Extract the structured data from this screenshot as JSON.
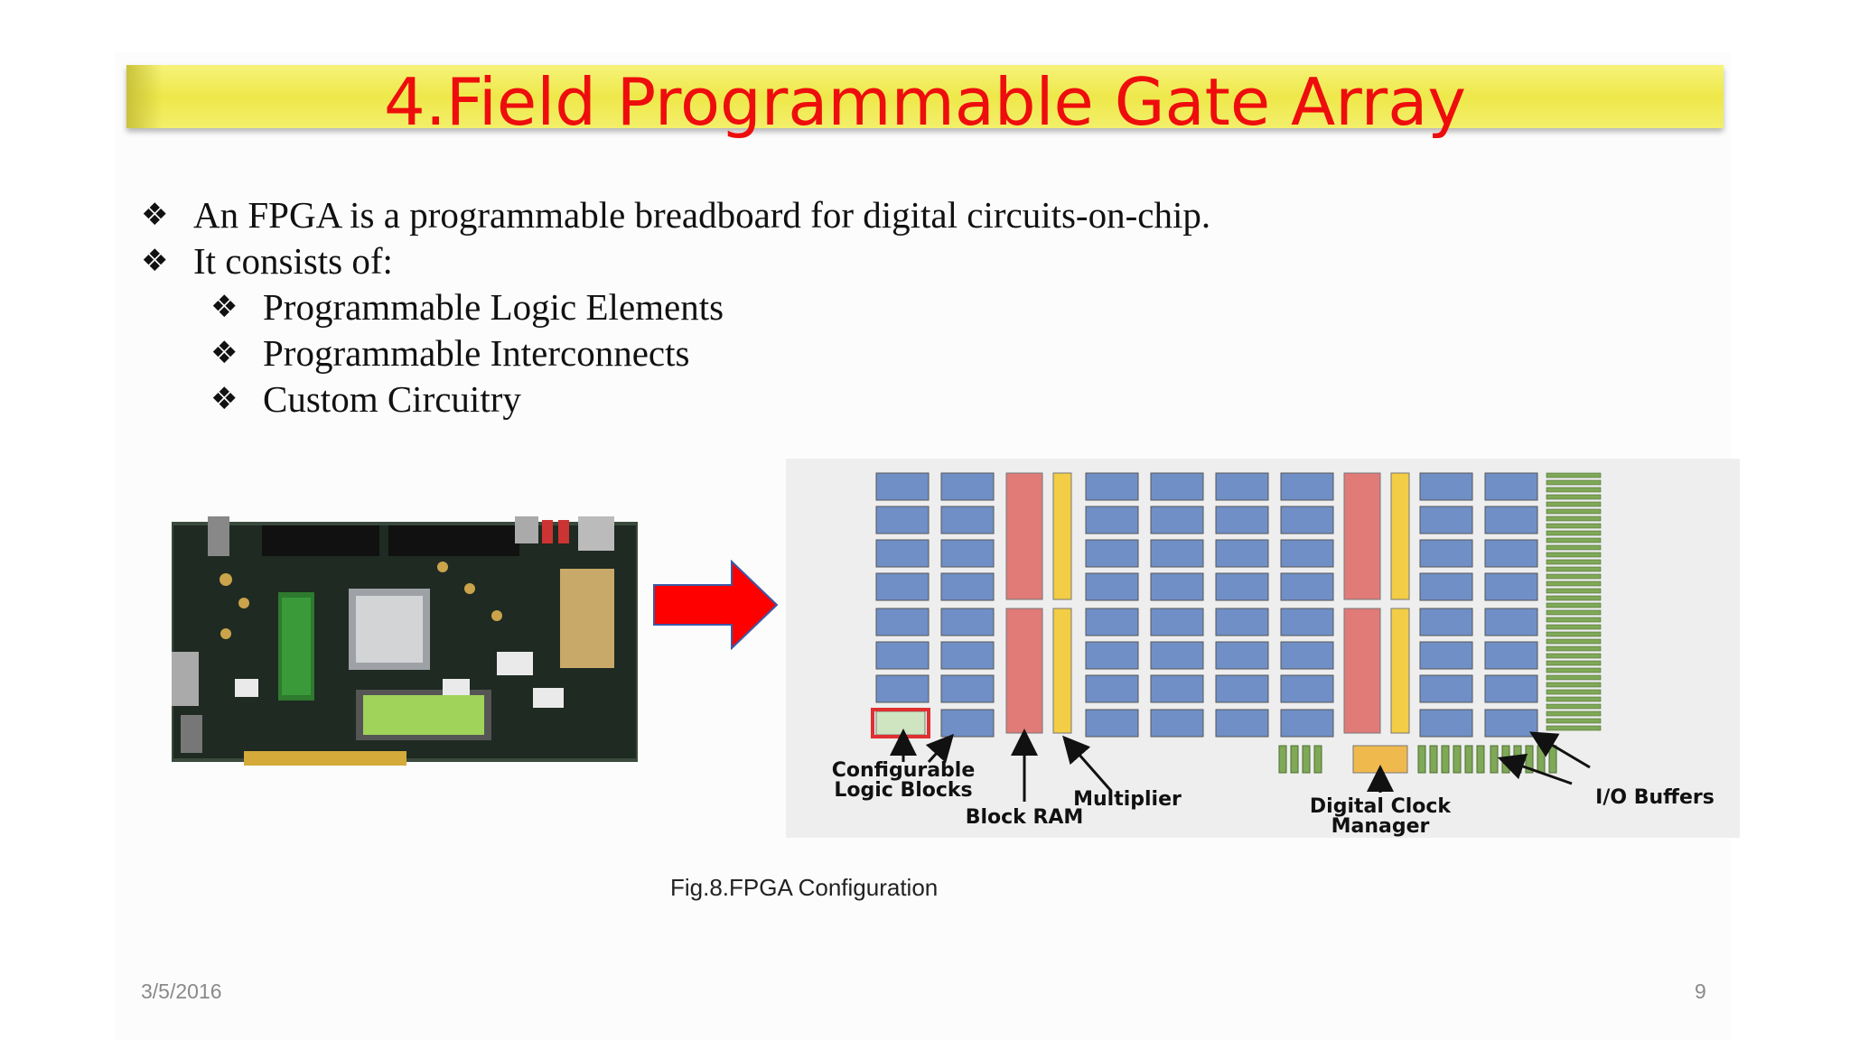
{
  "title": "4.Field Programmable Gate Array",
  "bullets": [
    {
      "text": "An FPGA is a programmable breadboard for digital circuits-on-chip.",
      "level": 1
    },
    {
      "text": "It consists of:",
      "level": 1
    },
    {
      "text": "Programmable Logic Elements",
      "level": 2
    },
    {
      "text": "Programmable Interconnects",
      "level": 2
    },
    {
      "text": "Custom Circuitry",
      "level": 2
    }
  ],
  "bullet_glyph": "❖",
  "diagram": {
    "labels": {
      "clb": [
        "Configurable",
        "Logic Blocks"
      ],
      "block_ram": "Block RAM",
      "multiplier": "Multiplier",
      "dcm": [
        "Digital Clock",
        "Manager"
      ],
      "io_buffers": "I/O Buffers"
    },
    "colors": {
      "logic_block": "#6f8fc6",
      "block_ram": "#e07b78",
      "multiplier": "#f2cd45",
      "io_buffer": "#7fa857",
      "dcm": "#f0b94e"
    }
  },
  "caption": "Fig.8.FPGA Configuration",
  "footer": {
    "date": "3/5/2016",
    "page": "9"
  },
  "colors": {
    "title_text": "#ee0d0d",
    "title_bar": "#eee84a",
    "arrow": "#ff0000"
  }
}
